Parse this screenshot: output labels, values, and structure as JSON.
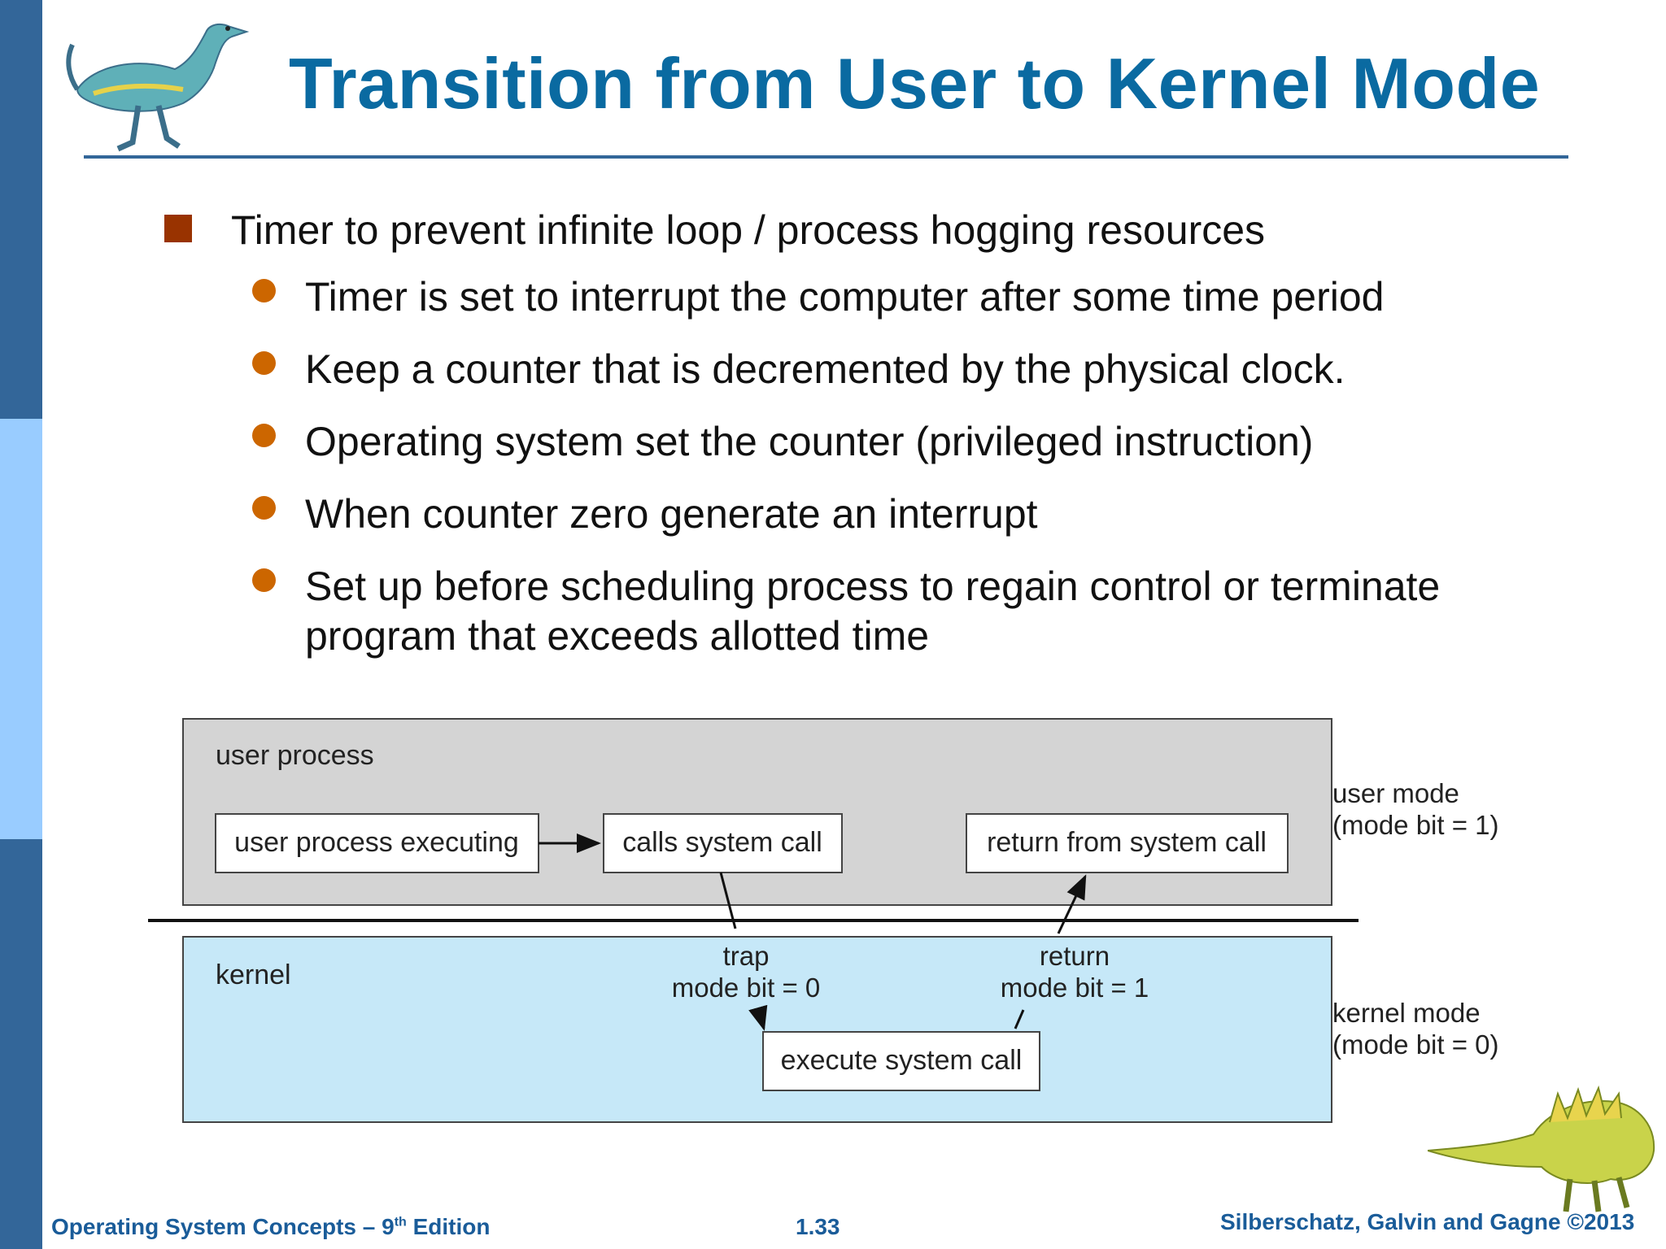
{
  "slide": {
    "title": "Transition from User to Kernel Mode",
    "bullet": "Timer to prevent infinite loop / process hogging resources",
    "sub_bullets": [
      "Timer is set to interrupt the computer after some time period",
      "Keep a counter that is decremented by the physical clock.",
      "Operating system set the counter (privileged instruction)",
      "When counter zero generate an interrupt",
      "Set up before scheduling process to regain control or terminate program that exceeds allotted time"
    ]
  },
  "diagram": {
    "user_region_label": "user process",
    "kernel_region_label": "kernel",
    "boxes": {
      "user_exec": "user process executing",
      "calls": "calls system call",
      "return_from": "return from system call",
      "execute": "execute system call"
    },
    "trap_label": "trap",
    "trap_mode": "mode bit = 0",
    "return_label": "return",
    "return_mode": "mode bit = 1",
    "user_mode_label": "user mode",
    "user_mode_bit": "(mode bit = 1)",
    "kernel_mode_label": "kernel mode",
    "kernel_mode_bit": "(mode bit = 0)"
  },
  "footer": {
    "left_prefix": "Operating System Concepts – 9",
    "left_sup": "th",
    "left_suffix": " Edition",
    "page": "1.33",
    "right": "Silberschatz, Galvin and Gagne ©2013"
  },
  "colors": {
    "title": "#0a6aa1",
    "side_bar_dark": "#336699",
    "side_bar_light": "#99ccff",
    "square_bullet": "#993300",
    "round_bullet": "#cc6600",
    "user_region": "#d4d4d4",
    "kernel_region": "#c6e8f8"
  }
}
